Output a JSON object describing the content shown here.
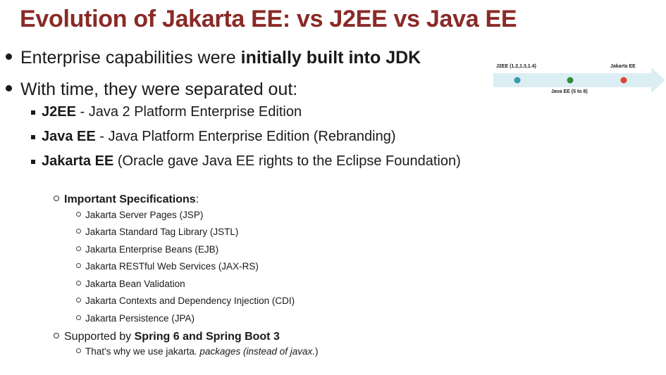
{
  "title": "Evolution of Jakarta EE: vs J2EE vs Java EE",
  "bullet1": {
    "text": "Enterprise capabilities were ",
    "bold": "initially built into JDK"
  },
  "bullet2": {
    "text": "With time, they were separated out:"
  },
  "items": [
    {
      "bold": "J2EE",
      "text": " - Java 2 Platform Enterprise Edition"
    },
    {
      "bold": "Java EE",
      "text": " - Java Platform Enterprise Edition (Rebranding)"
    },
    {
      "bold": "Jakarta EE",
      "text": " (Oracle gave Java EE rights to the Eclipse Foundation)"
    }
  ],
  "important": {
    "bold": "Important Specifications",
    "suffix": ":"
  },
  "specs": [
    "Jakarta Server Pages (JSP)",
    "Jakarta Standard Tag Library (JSTL)",
    "Jakarta Enterprise Beans (EJB)",
    "Jakarta RESTful Web Services (JAX-RS)",
    "Jakarta Bean Validation",
    "Jakarta Contexts and Dependency Injection (CDI)",
    "Jakarta Persistence (JPA)"
  ],
  "supported": {
    "text": "Supported by ",
    "bold": "Spring 6 and Spring Boot 3"
  },
  "why": {
    "pre": "That's why we use jakarta",
    "italic": ". packages (instead of javax.",
    "post": ")"
  },
  "timeline": {
    "labels": [
      "J2EE (1.2,1.3,1.4)",
      "Java EE (5 to 8)",
      "Jakarta EE"
    ],
    "colors": {
      "arrow": "#dbeef4",
      "j2ee": "#3a9aa8",
      "javaee": "#2f8a3a",
      "jakarta": "#e0452e"
    }
  }
}
